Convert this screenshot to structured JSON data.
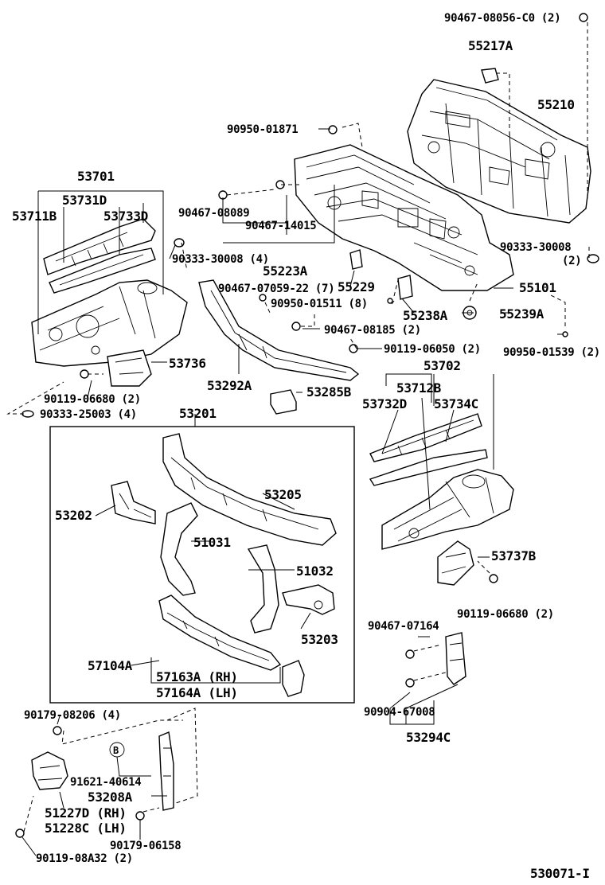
{
  "diagram": {
    "code": "530071-I",
    "callout_letter": "B",
    "labels": [
      "90467-08056-C0 (2)",
      "55217A",
      "55210",
      "90950-01871",
      "53701",
      "53731D",
      "53711B",
      "53733D",
      "90467-08089",
      "90467-14015",
      "90333-30008 (4)",
      "55223A",
      "90467-07059-22 (7)",
      "55229",
      "90950-01511 (8)",
      "55238A",
      "55101",
      "90333-30008",
      "(2)",
      "55239A",
      "90950-01539 (2)",
      "90467-08185 (2)",
      "90119-06050 (2)",
      "53736",
      "53292A",
      "53285B",
      "90119-06680 (2)",
      "90333-25003 (4)",
      "53201",
      "53702",
      "53712B",
      "53732D",
      "53734C",
      "53205",
      "53202",
      "51031",
      "51032",
      "53203",
      "53737B",
      "90119-06680 (2)",
      "57104A",
      "57163A (RH)",
      "57164A (LH)",
      "90467-07164",
      "90904-67008",
      "53294C",
      "90179-08206 (4)",
      "91621-40614",
      "53208A",
      "51227D (RH)",
      "51228C (LH)",
      "90179-06158",
      "90119-08A32 (2)"
    ]
  }
}
